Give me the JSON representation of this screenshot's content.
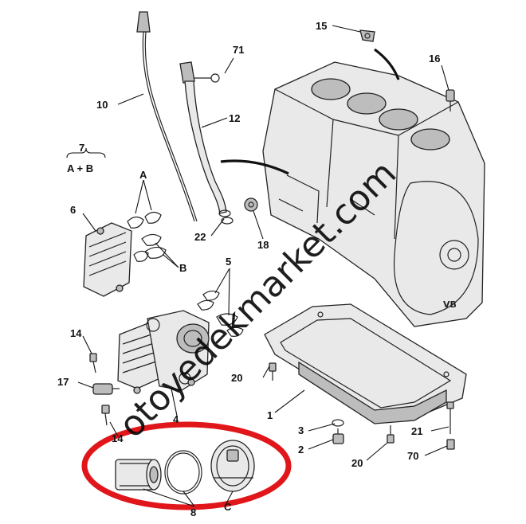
{
  "diagram": {
    "labels": {
      "l1": "1",
      "l2": "2",
      "l3": "3",
      "l4": "4",
      "l5": "5",
      "l6": "6",
      "l7": "7",
      "l7ab": "A + B",
      "l8": "8",
      "l10": "10",
      "l12": "12",
      "l14a": "14",
      "l14b": "14",
      "l15": "15",
      "l16": "16",
      "l17": "17",
      "l18": "18",
      "l20a": "20",
      "l20b": "20",
      "l21": "21",
      "l22": "22",
      "l70": "70",
      "l71": "71",
      "lA": "A",
      "lB": "B",
      "lC": "C"
    },
    "watermark": "otoyedekmarket.com",
    "block_stamp": "VB",
    "highlight_color": "#e0161b"
  }
}
